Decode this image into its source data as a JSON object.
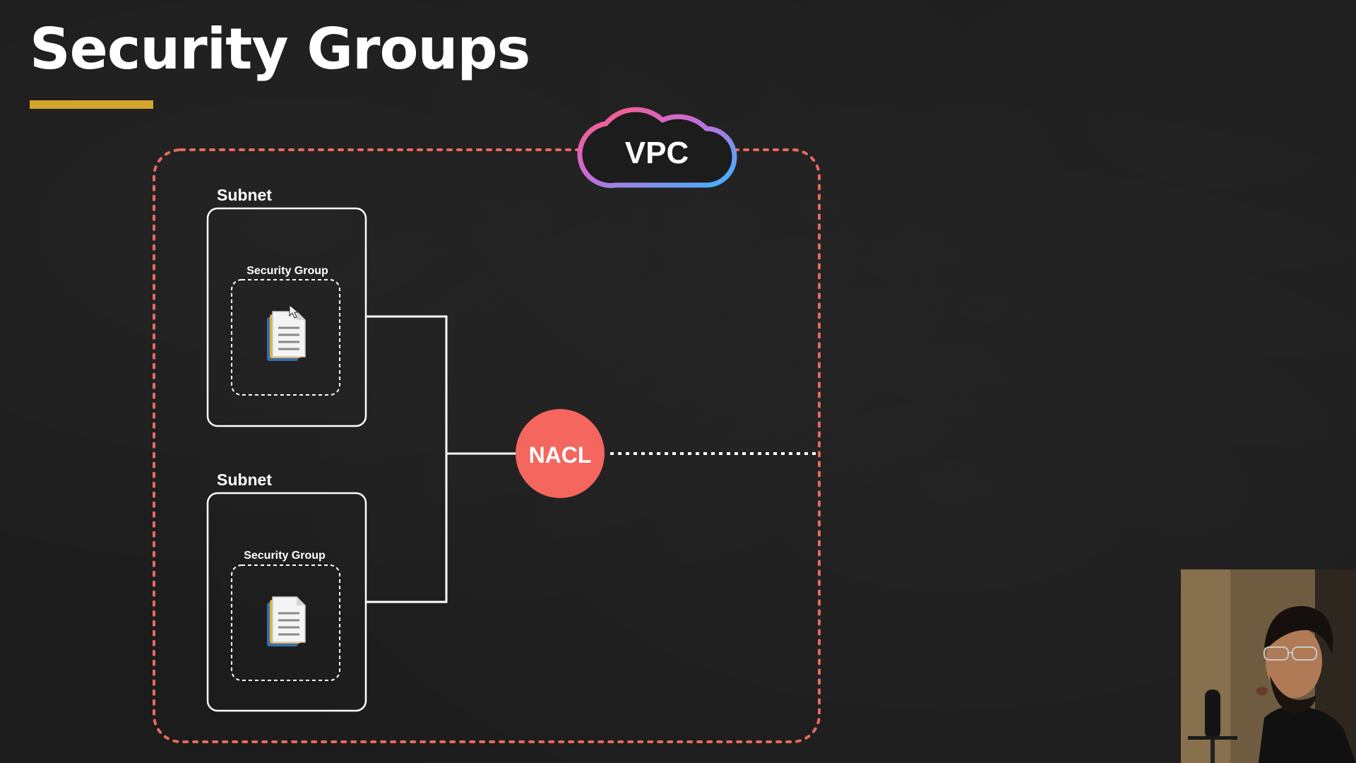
{
  "slide": {
    "title": "Security Groups",
    "accent_color": "#d4a52c",
    "background_color": "#1c1c1c"
  },
  "diagram": {
    "vpc": {
      "label": "VPC",
      "icon": "cloud-icon",
      "border_color": "#e86a5f"
    },
    "subnets": [
      {
        "label": "Subnet",
        "security_group": {
          "label": "Security Group",
          "icon": "document-stack-icon"
        }
      },
      {
        "label": "Subnet",
        "security_group": {
          "label": "Security Group",
          "icon": "document-stack-icon"
        }
      }
    ],
    "nacl": {
      "label": "NACL",
      "color": "#f4665e"
    }
  },
  "webcam": {
    "description_icon": "presenter-webcam"
  }
}
